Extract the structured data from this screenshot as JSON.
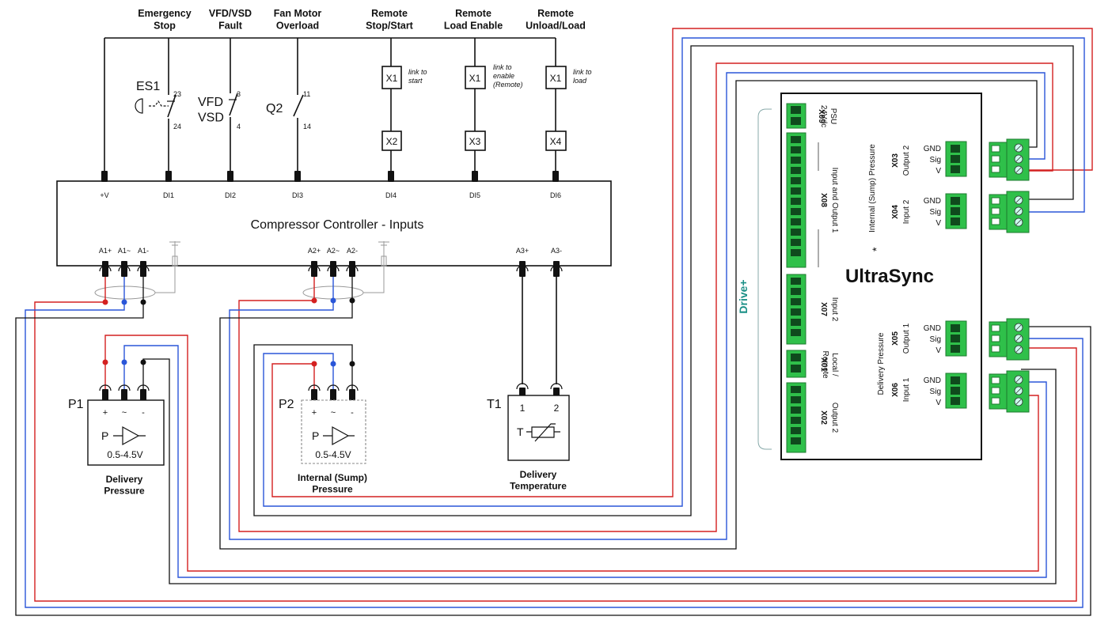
{
  "switches": {
    "emergency_stop": "Emergency\nStop",
    "vfd_fault": "VFD/VSD\nFault",
    "fan_overload": "Fan Motor\nOverload",
    "remote_stop_start": "Remote\nStop/Start",
    "remote_load_enable": "Remote\nLoad Enable",
    "remote_unload_load": "Remote\nUnload/Load",
    "es1_label": "ES1",
    "es1_pins": [
      "23",
      "24"
    ],
    "vfd_label": "VFD\nVSD",
    "vfd_pins": [
      "3",
      "4"
    ],
    "q2_label": "Q2",
    "q2_pins": [
      "11",
      "14"
    ]
  },
  "links": {
    "x1": "X1",
    "link_start": "link to\nstart",
    "link_enable": "link to\nenable\n(Remote)",
    "link_load": "link to\nload",
    "x2": "X2",
    "x3": "X3",
    "x4": "X4"
  },
  "controller": {
    "title": "Compressor Controller - Inputs",
    "di_terminals": [
      "+V",
      "DI1",
      "DI2",
      "DI3",
      "DI4",
      "DI5",
      "DI6"
    ],
    "ai_terminals": [
      "A1+",
      "A1~",
      "A1-",
      "A2+",
      "A2~",
      "A2-",
      "A3+",
      "A3-"
    ]
  },
  "sensors": {
    "p1_id": "P1",
    "p2_id": "P2",
    "t1_id": "T1",
    "pins_p": [
      "+",
      "~",
      "-"
    ],
    "pins_t": [
      "1",
      "2"
    ],
    "p_symbol": "P",
    "t_symbol": "T",
    "range": "0.5-4.5V",
    "p1_caption": "Delivery\nPressure",
    "p2_caption": "Internal (Sump)\nPressure",
    "t1_caption": "Delivery\nTemperature"
  },
  "ultrasync": {
    "title": "UltraSync",
    "drive_label": "Drive+",
    "x09": "X09",
    "x09_desc": "PSU\n24Vdc",
    "x08": "X08",
    "x08_desc": "Input and Output 1",
    "x07": "X07",
    "x07_desc": "Input 2",
    "x01": "X01",
    "x01_desc": "Local /\nRemote",
    "x02": "X02",
    "x02_desc": "Output 2",
    "sump_label": "Internal (Sump) Pressure",
    "asterisk": "*",
    "x03": "X03",
    "x03_desc": "Output 2",
    "x04": "X04",
    "x04_desc": "Input 2",
    "delivery_label": "Delivery Pressure",
    "x05": "X05",
    "x05_desc": "Output 1",
    "x06": "X06",
    "x06_desc": "Input 1",
    "pin_labels": [
      "GND",
      "Sig",
      "V"
    ]
  },
  "colors": {
    "red_wire": "#d42020",
    "blue_wire": "#2a56d8",
    "black_wire": "#111111",
    "connector_green": "#2fc04a",
    "drive_text": "#1a8f86"
  }
}
